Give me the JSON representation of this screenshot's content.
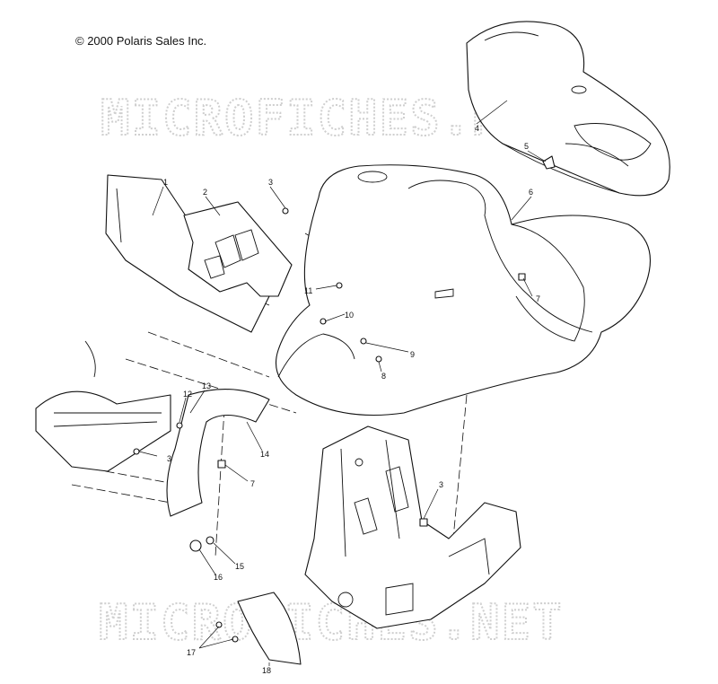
{
  "copyright": "© 2000 Polaris Sales Inc.",
  "watermark": "MICROFICHES.NET",
  "callouts": [
    "1",
    "2",
    "3",
    "3",
    "3",
    "4",
    "5",
    "6",
    "7",
    "7",
    "7",
    "8",
    "9",
    "10",
    "11",
    "12",
    "13",
    "14",
    "15",
    "16",
    "17",
    "18"
  ]
}
